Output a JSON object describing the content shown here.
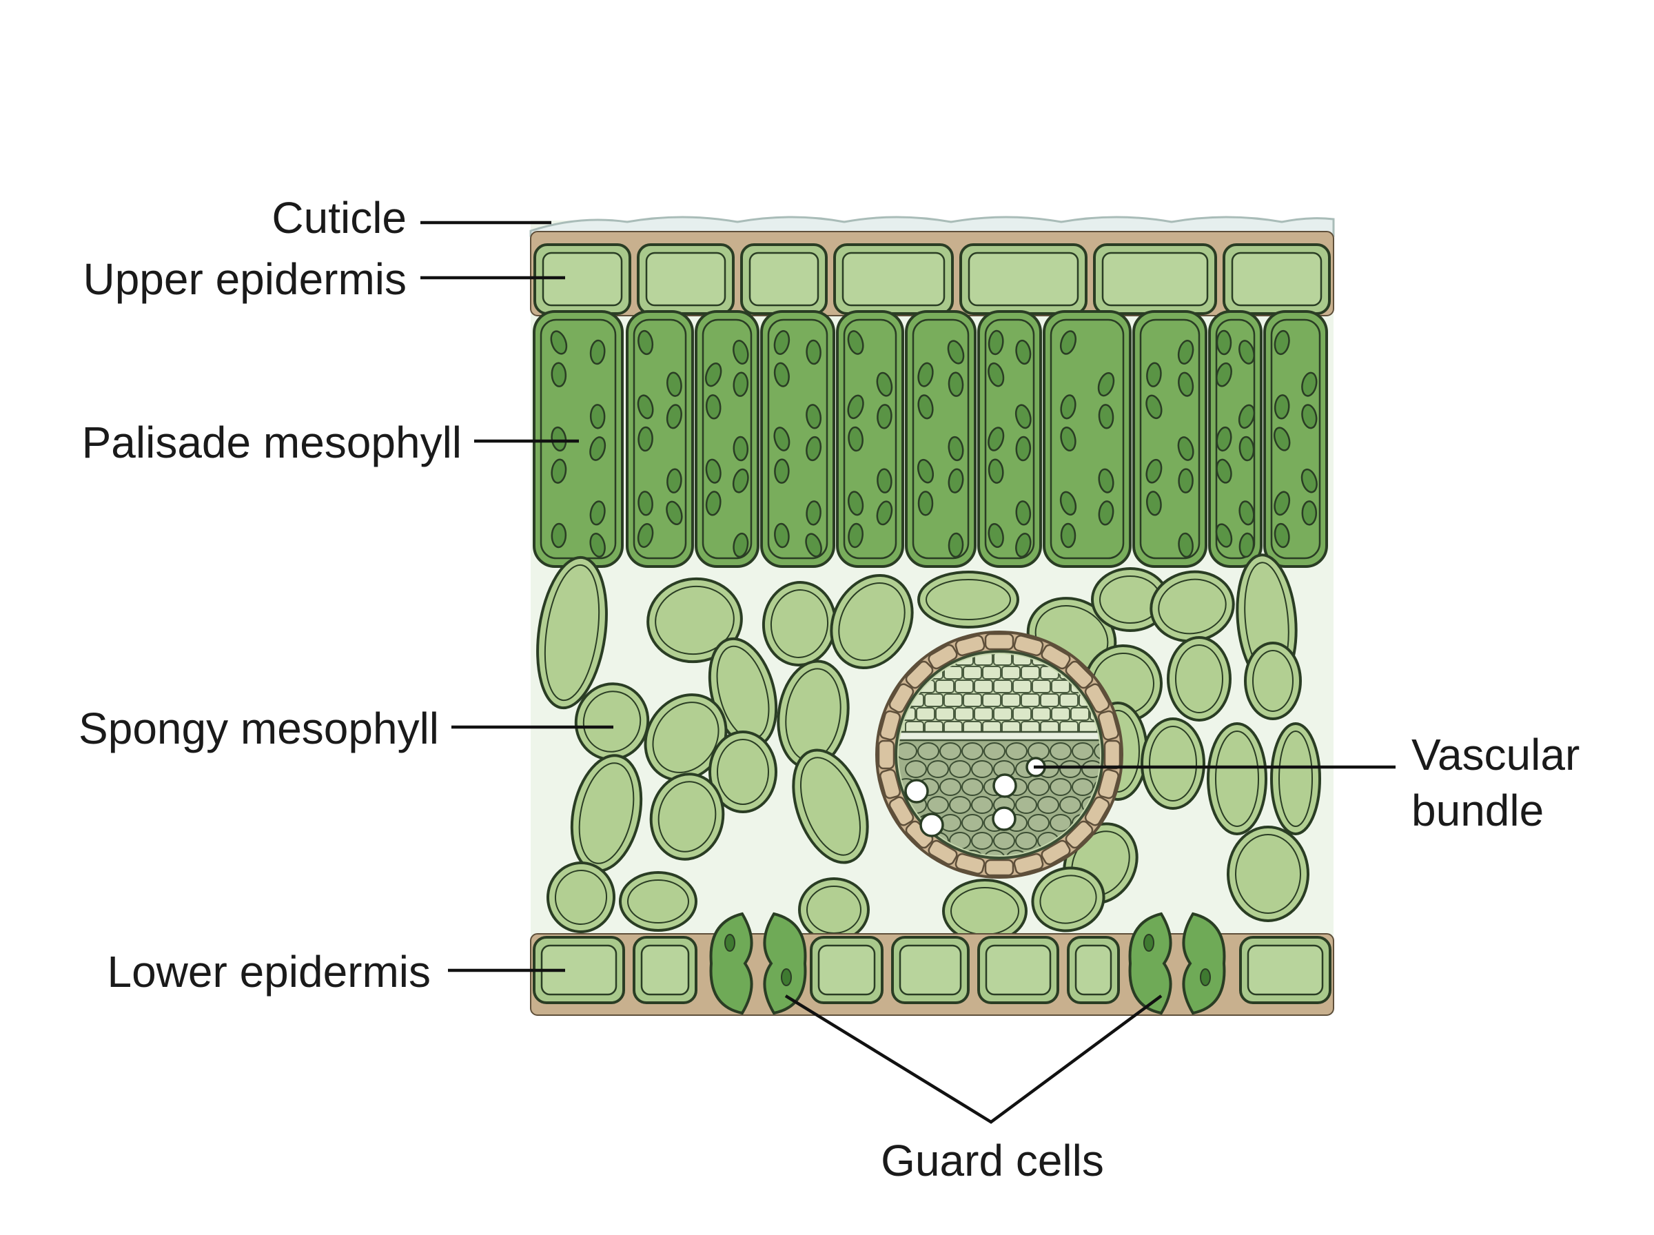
{
  "labels": {
    "cuticle": "Cuticle",
    "upper_epidermis": "Upper epidermis",
    "palisade_mesophyll": "Palisade mesophyll",
    "spongy_mesophyll": "Spongy mesophyll",
    "lower_epidermis": "Lower epidermis",
    "vascular_bundle_line1": "Vascular",
    "vascular_bundle_line2": "bundle",
    "guard_cells": "Guard cells"
  },
  "colors": {
    "background": "#ffffff",
    "tissue_background": "#eef5ea",
    "cuticle": "#e6efee",
    "epidermis_cell": "#a9c98c",
    "epidermis_inner": "#b8d49c",
    "epidermis_border": "#c8b08e",
    "palisade_cell": "#79ad5c",
    "chloroplast": "#5a9445",
    "spongy_cell": "#b2cf92",
    "guard_cell": "#6faa57",
    "bundle_sheath": "#cdb593",
    "xylem_phloem": "#b7c9a1",
    "outline": "#2a3d24"
  }
}
